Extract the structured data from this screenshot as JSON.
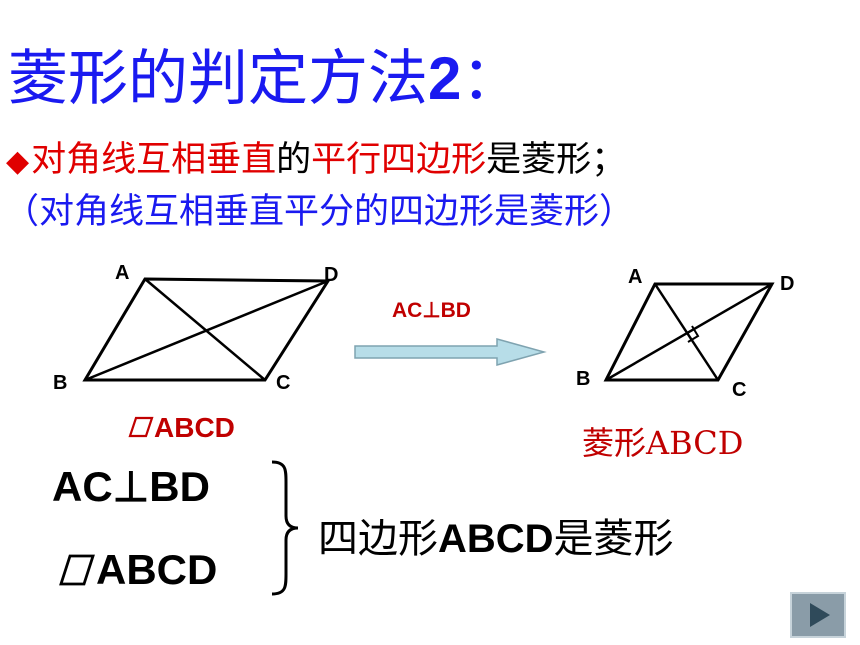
{
  "title": {
    "text": "菱形的判定方法",
    "number": "2",
    "colon": "："
  },
  "line1": {
    "bullet": "◆",
    "seg1": "对角线互相垂直",
    "seg2": "的",
    "seg3": "平行四边形",
    "seg4": "是菱形；"
  },
  "line2": "（对角线互相垂直平分的四边形是菱形）",
  "figure_left": {
    "labels": {
      "a": "A",
      "b": "B",
      "c": "C",
      "d": "D"
    },
    "caption": "ABCD"
  },
  "arrow_label": "AC⊥BD",
  "figure_right": {
    "labels": {
      "a": "A",
      "b": "B",
      "c": "C",
      "d": "D"
    },
    "caption": "菱形ABCD"
  },
  "conditions": {
    "first": "AC⊥BD",
    "second": "ABCD"
  },
  "result": {
    "pre": "四边形",
    "bold": "ABCD",
    "post": "是菱形"
  },
  "colors": {
    "title_blue": "#1a1af0",
    "accent_red": "#e00000",
    "caption_red": "#c00000",
    "arrow_fill": "#b7dde8",
    "button_gray": "#8a9ca8"
  },
  "icons": {
    "next": "play-triangle-icon",
    "parallelogram": "parallelogram-symbol-icon"
  }
}
